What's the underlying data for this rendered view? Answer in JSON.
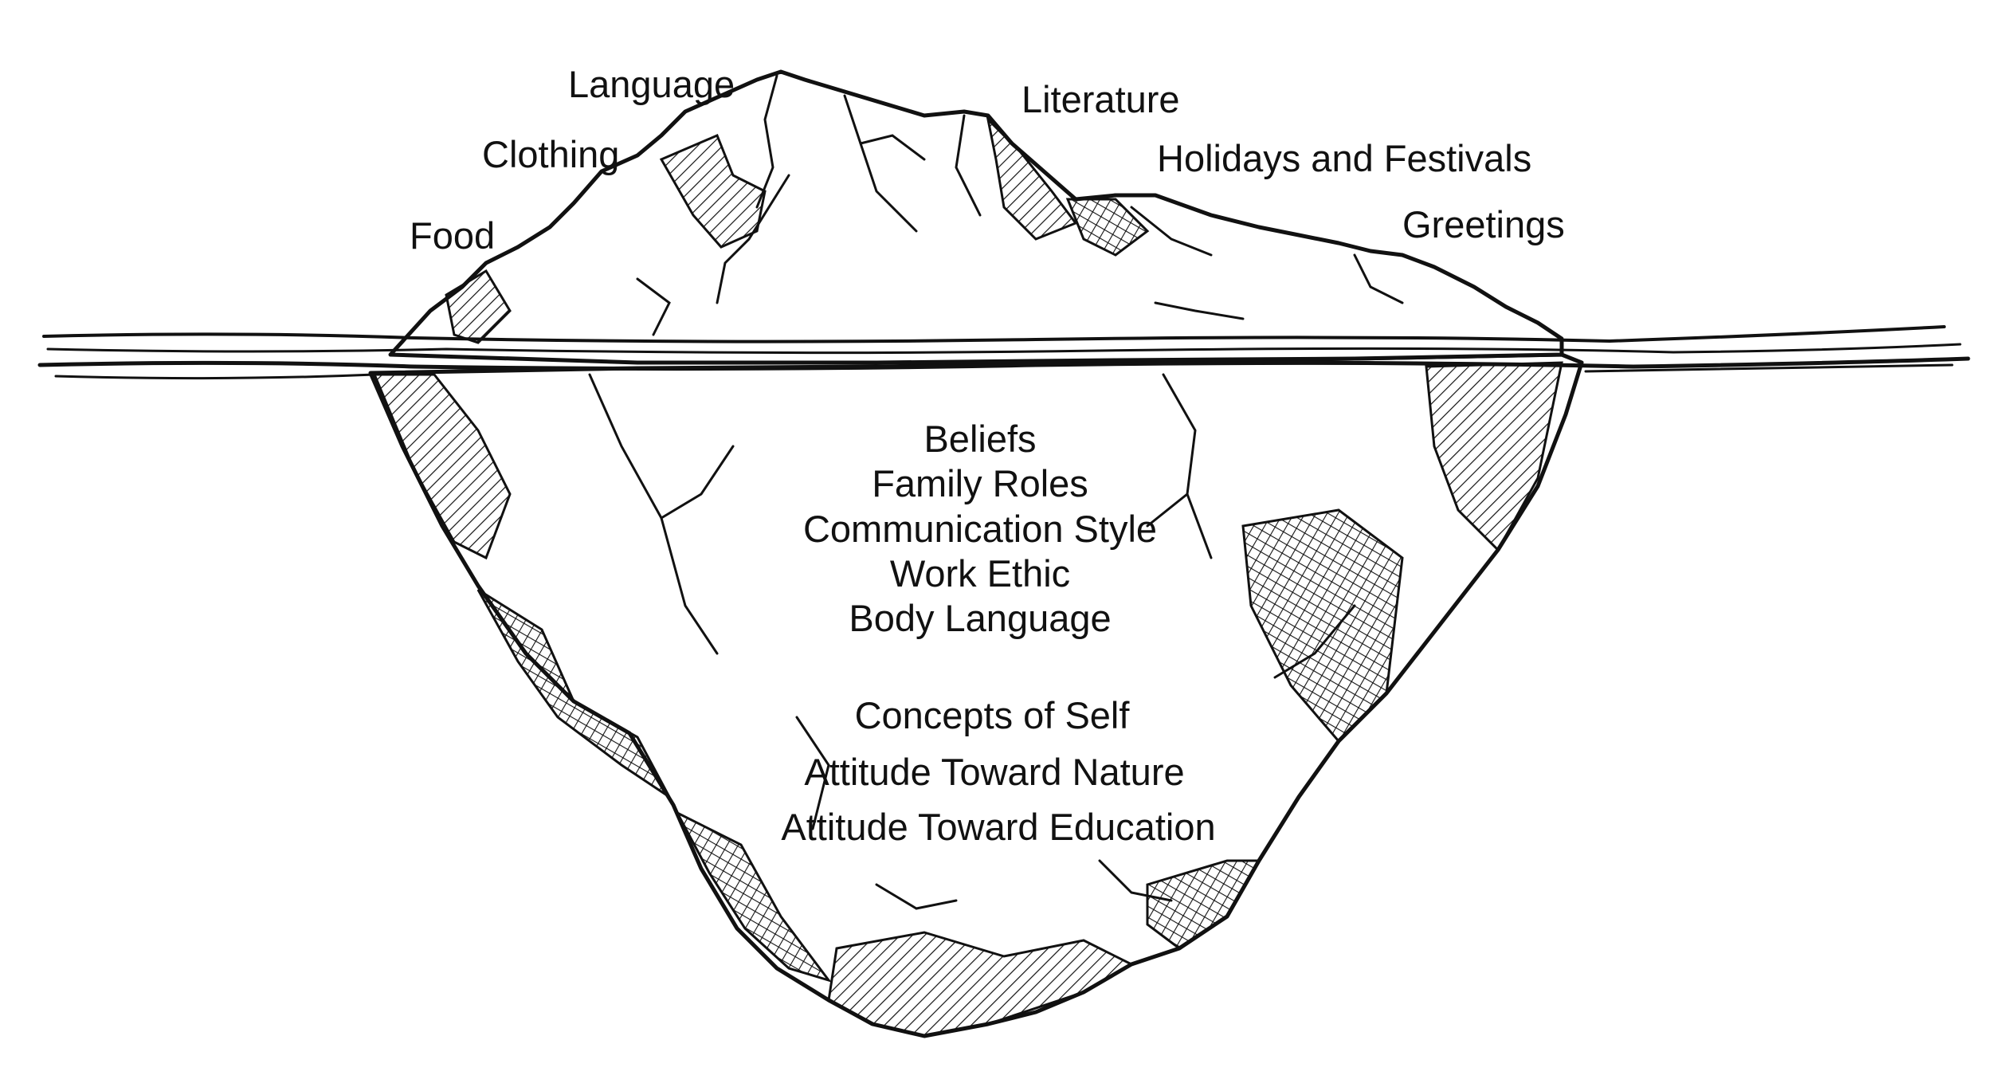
{
  "colors": {
    "ink": "#111111",
    "ice": "#ffffff",
    "background": "#ffffff"
  },
  "above_water": {
    "food": "Food",
    "clothing": "Clothing",
    "language": "Language",
    "literature": "Literature",
    "holidays": "Holidays and Festivals",
    "greetings": "Greetings"
  },
  "below_water": {
    "group1": [
      "Beliefs",
      "Family Roles",
      "Communication Style",
      "Work Ethic",
      "Body Language"
    ],
    "group2": [
      "Concepts of Self",
      "Attitude Toward Nature",
      "Attitude Toward Education"
    ]
  }
}
